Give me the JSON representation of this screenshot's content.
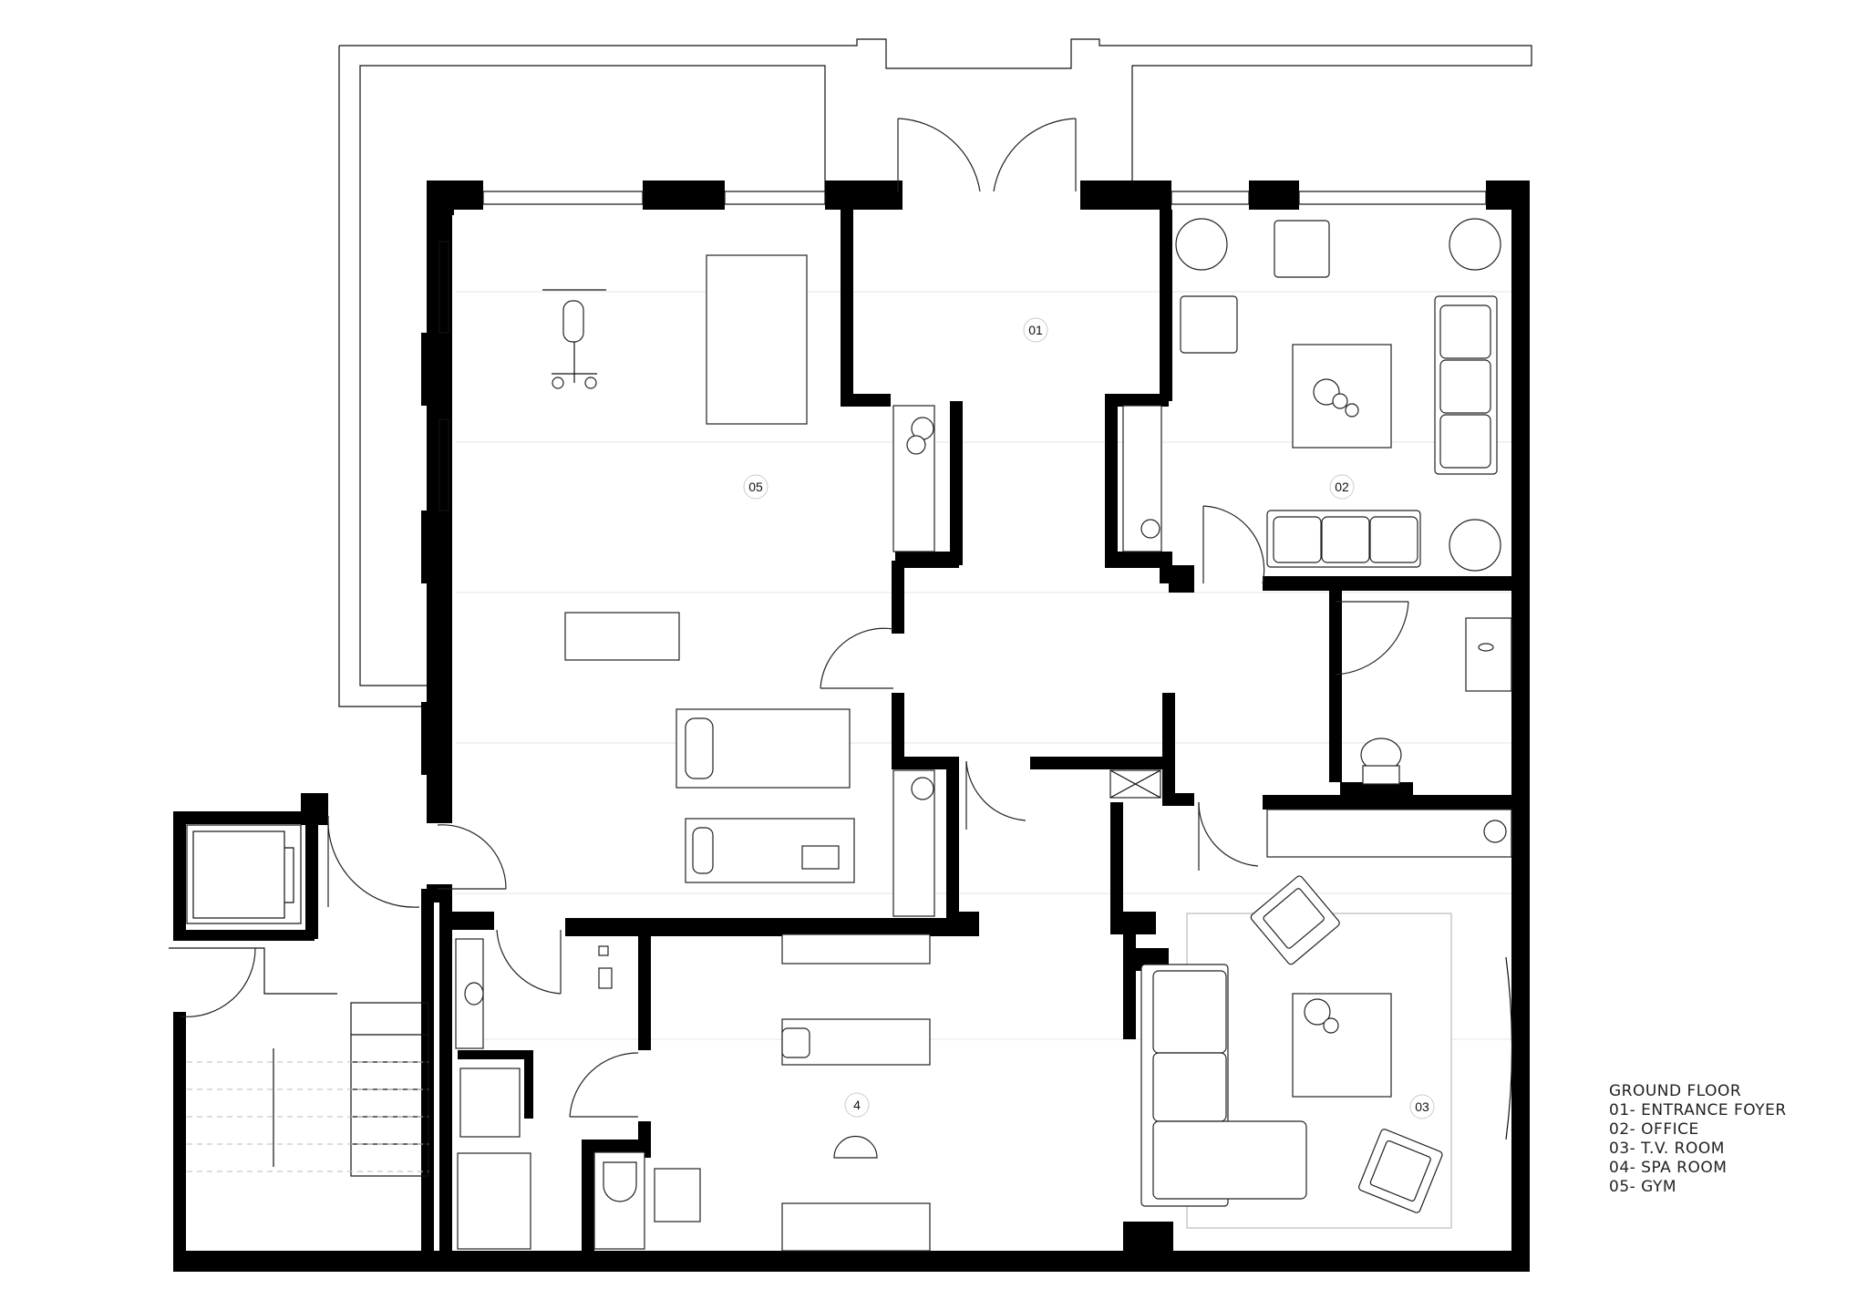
{
  "rooms": [
    {
      "id": "01",
      "label": "01"
    },
    {
      "id": "02",
      "label": "02"
    },
    {
      "id": "03",
      "label": "03"
    },
    {
      "id": "04",
      "label": "4"
    },
    {
      "id": "05",
      "label": "05"
    }
  ],
  "legend": {
    "title": "GROUND FLOOR",
    "items": [
      "01- ENTRANCE FOYER",
      "02- OFFICE",
      "03- T.V. ROOM",
      "04- SPA  ROOM",
      "05- GYM"
    ]
  },
  "colors": {
    "wall": "#000000",
    "line": "#222222",
    "background": "#ffffff"
  }
}
